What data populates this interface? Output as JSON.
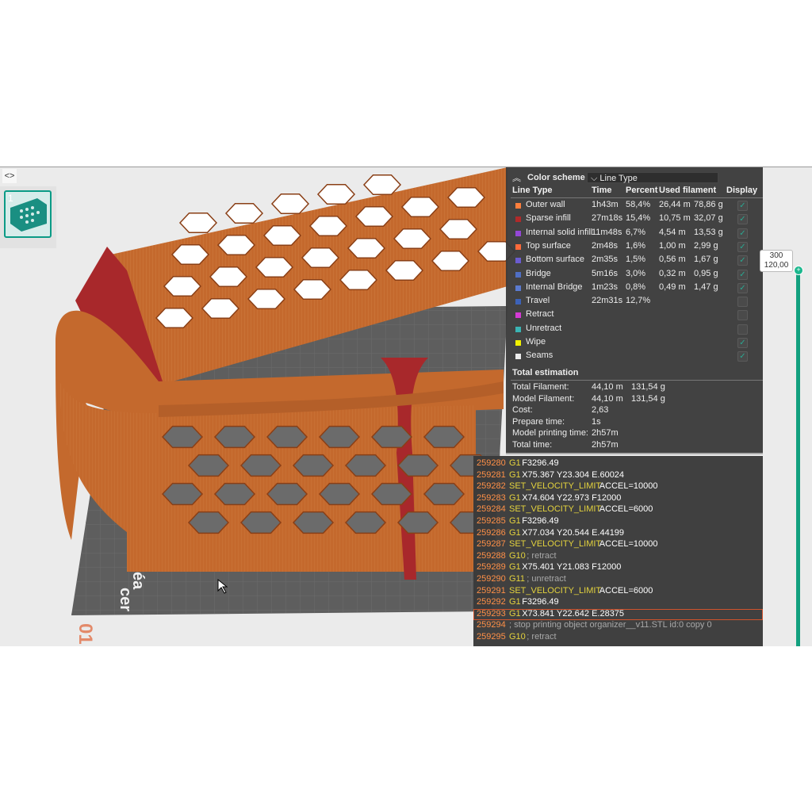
{
  "legend": {
    "color_scheme_label": "Color scheme",
    "color_scheme_value": "Line Type",
    "headers": {
      "line_type": "Line Type",
      "time": "Time",
      "percent": "Percent",
      "used_filament": "Used filament",
      "display": "Display"
    },
    "rows": [
      {
        "name": "Outer wall",
        "time": "1h43m",
        "percent": "58,4%",
        "length": "26,44 m",
        "weight": "78,86 g",
        "color": "#ff7f3c",
        "checked": true
      },
      {
        "name": "Sparse infill",
        "time": "27m18s",
        "percent": "15,4%",
        "length": "10,75 m",
        "weight": "32,07 g",
        "color": "#b02a2a",
        "checked": true
      },
      {
        "name": "Internal solid infill",
        "time": "11m48s",
        "percent": "6,7%",
        "length": "4,54 m",
        "weight": "13,53 g",
        "color": "#9447d6",
        "checked": true
      },
      {
        "name": "Top surface",
        "time": "2m48s",
        "percent": "1,6%",
        "length": "1,00 m",
        "weight": "2,99 g",
        "color": "#ff6a3a",
        "checked": true
      },
      {
        "name": "Bottom surface",
        "time": "2m35s",
        "percent": "1,5%",
        "length": "0,56 m",
        "weight": "1,67 g",
        "color": "#6b5cd0",
        "checked": true
      },
      {
        "name": "Bridge",
        "time": "5m16s",
        "percent": "3,0%",
        "length": "0,32 m",
        "weight": "0,95 g",
        "color": "#4f6fc4",
        "checked": true
      },
      {
        "name": "Internal Bridge",
        "time": "1m23s",
        "percent": "0,8%",
        "length": "0,49 m",
        "weight": "1,47 g",
        "color": "#5b7bd0",
        "checked": true
      },
      {
        "name": "Travel",
        "time": "22m31s",
        "percent": "12,7%",
        "length": "",
        "weight": "",
        "color": "#3c62b8",
        "checked": false
      },
      {
        "name": "Retract",
        "time": "",
        "percent": "",
        "length": "",
        "weight": "",
        "color": "#d43ad4",
        "checked": false
      },
      {
        "name": "Unretract",
        "time": "",
        "percent": "",
        "length": "",
        "weight": "",
        "color": "#3ab4b4",
        "checked": false
      },
      {
        "name": "Wipe",
        "time": "",
        "percent": "",
        "length": "",
        "weight": "",
        "color": "#f2f200",
        "checked": true
      },
      {
        "name": "Seams",
        "time": "",
        "percent": "",
        "length": "",
        "weight": "",
        "color": "#ececec",
        "checked": true
      }
    ]
  },
  "total_estimation": {
    "title": "Total estimation",
    "rows": [
      {
        "label": "Total Filament:",
        "v1": "44,10 m",
        "v2": "131,54 g"
      },
      {
        "label": "Model Filament:",
        "v1": "44,10 m",
        "v2": "131,54 g"
      },
      {
        "label": "Cost:",
        "v1": "2,63",
        "v2": ""
      },
      {
        "label": "Prepare time:",
        "v1": "1s",
        "v2": ""
      },
      {
        "label": "Model printing time:",
        "v1": "2h57m",
        "v2": ""
      },
      {
        "label": "Total time:",
        "v1": "2h57m",
        "v2": ""
      }
    ]
  },
  "gcode": [
    {
      "num": "259280",
      "cmd": "G1",
      "args": "F3296.49",
      "comment": "",
      "selected": false
    },
    {
      "num": "259281",
      "cmd": "G1",
      "args": "X75.367 Y23.304 E.60024",
      "comment": "",
      "selected": false
    },
    {
      "num": "259282",
      "cmd": "SET_VELOCITY_LIMIT",
      "args": "ACCEL=10000",
      "comment": "",
      "selected": false
    },
    {
      "num": "259283",
      "cmd": "G1",
      "args": "X74.604 Y22.973 F12000",
      "comment": "",
      "selected": false
    },
    {
      "num": "259284",
      "cmd": "SET_VELOCITY_LIMIT",
      "args": "ACCEL=6000",
      "comment": "",
      "selected": false
    },
    {
      "num": "259285",
      "cmd": "G1",
      "args": "F3296.49",
      "comment": "",
      "selected": false
    },
    {
      "num": "259286",
      "cmd": "G1",
      "args": "X77.034 Y20.544 E.44199",
      "comment": "",
      "selected": false
    },
    {
      "num": "259287",
      "cmd": "SET_VELOCITY_LIMIT",
      "args": "ACCEL=10000",
      "comment": "",
      "selected": false
    },
    {
      "num": "259288",
      "cmd": "G10",
      "args": "",
      "comment": "; retract",
      "selected": false
    },
    {
      "num": "259289",
      "cmd": "G1",
      "args": "X75.401 Y21.083 F12000",
      "comment": "",
      "selected": false
    },
    {
      "num": "259290",
      "cmd": "G11",
      "args": "",
      "comment": "; unretract",
      "selected": false
    },
    {
      "num": "259291",
      "cmd": "SET_VELOCITY_LIMIT",
      "args": "ACCEL=6000",
      "comment": "",
      "selected": false
    },
    {
      "num": "259292",
      "cmd": "G1",
      "args": "F3296.49",
      "comment": "",
      "selected": false
    },
    {
      "num": "259293",
      "cmd": "G1",
      "args": "X73.841 Y22.642 E.28375",
      "comment": "",
      "selected": true
    },
    {
      "num": "259294",
      "cmd": "",
      "args": "",
      "comment": "; stop printing object organizer__v11.STL id:0 copy 0",
      "selected": false
    },
    {
      "num": "259295",
      "cmd": "G10",
      "args": "",
      "comment": "; retract",
      "selected": false
    }
  ],
  "slider": {
    "top_layer": "300",
    "top_height": "120,00",
    "knob_symbol": "+"
  },
  "plate": {
    "index": "1"
  },
  "bed_text": {
    "brand_fragment": "cer",
    "brand_fragment2": "éa",
    "plate_number": "01"
  },
  "toggle_symbol": "<>",
  "checkmark": "✓",
  "colors": {
    "model_orange": "#c4692d",
    "infill_red": "#a8282b",
    "bed_gray": "#5e5e5e",
    "accent_teal": "#13a07f"
  }
}
